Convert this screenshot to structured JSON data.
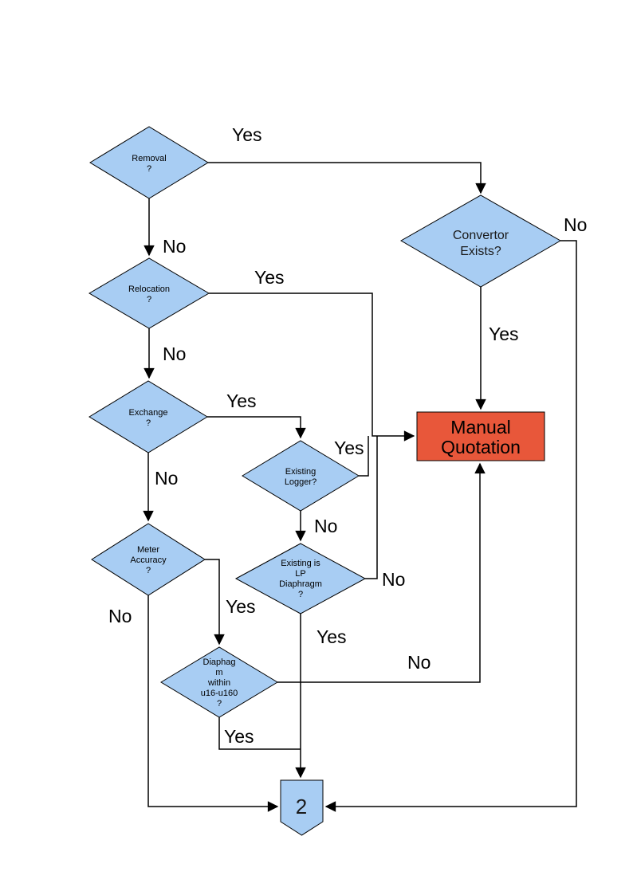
{
  "diagram": {
    "type": "flowchart",
    "colors": {
      "node_fill": "#A8CDF3",
      "node_border": "#000000",
      "process_fill": "#E8573A",
      "line": "#000000",
      "background": "#FFFFFF"
    },
    "nodes": {
      "removal": {
        "shape": "decision",
        "lines": [
          "Removal",
          "?"
        ]
      },
      "convertor": {
        "shape": "decision",
        "lines": [
          "Convertor",
          "Exists?"
        ]
      },
      "relocation": {
        "shape": "decision",
        "lines": [
          "Relocation",
          "?"
        ]
      },
      "exchange": {
        "shape": "decision",
        "lines": [
          "Exchange",
          "?"
        ]
      },
      "existing_logger": {
        "shape": "decision",
        "lines": [
          "Existing",
          "Logger?"
        ]
      },
      "meter_accuracy": {
        "shape": "decision",
        "lines": [
          "Meter",
          "Accuracy",
          "?"
        ]
      },
      "lp_diaphragm": {
        "shape": "decision",
        "lines": [
          "Existing is",
          "LP",
          "Diaphragm",
          "?"
        ]
      },
      "diaphragm_range": {
        "shape": "decision",
        "lines": [
          "Diaphag",
          "m",
          "within",
          "u16-u160",
          "?"
        ]
      },
      "manual_quotation": {
        "shape": "process",
        "lines": [
          "Manual",
          "Quotation"
        ]
      },
      "connector_2": {
        "shape": "off-page-connector",
        "label": "2"
      }
    },
    "edges": {
      "removal_yes": {
        "label": "Yes",
        "from": "removal",
        "to": "convertor"
      },
      "removal_no": {
        "label": "No",
        "from": "removal",
        "to": "relocation"
      },
      "convertor_yes": {
        "label": "Yes",
        "from": "convertor",
        "to": "manual_quotation"
      },
      "convertor_no": {
        "label": "No",
        "from": "convertor",
        "to": "connector_2"
      },
      "relocation_yes": {
        "label": "Yes",
        "from": "relocation",
        "to": "manual_quotation"
      },
      "relocation_no": {
        "label": "No",
        "from": "relocation",
        "to": "exchange"
      },
      "exchange_yes": {
        "label": "Yes",
        "from": "exchange",
        "to": "existing_logger"
      },
      "exchange_no": {
        "label": "No",
        "from": "exchange",
        "to": "meter_accuracy"
      },
      "logger_yes": {
        "label": "Yes",
        "from": "existing_logger",
        "to": "manual_quotation"
      },
      "logger_no": {
        "label": "No",
        "from": "existing_logger",
        "to": "lp_diaphragm"
      },
      "lp_yes": {
        "label": "Yes",
        "from": "lp_diaphragm",
        "to": "connector_2"
      },
      "lp_no": {
        "label": "No",
        "from": "lp_diaphragm",
        "to": "manual_quotation"
      },
      "meter_yes": {
        "label": "Yes",
        "from": "meter_accuracy",
        "to": "diaphragm_range"
      },
      "meter_no": {
        "label": "No",
        "from": "meter_accuracy",
        "to": "connector_2"
      },
      "range_yes": {
        "label": "Yes",
        "from": "diaphragm_range",
        "to": "connector_2"
      },
      "range_no": {
        "label": "No",
        "from": "diaphragm_range",
        "to": "manual_quotation"
      }
    }
  }
}
